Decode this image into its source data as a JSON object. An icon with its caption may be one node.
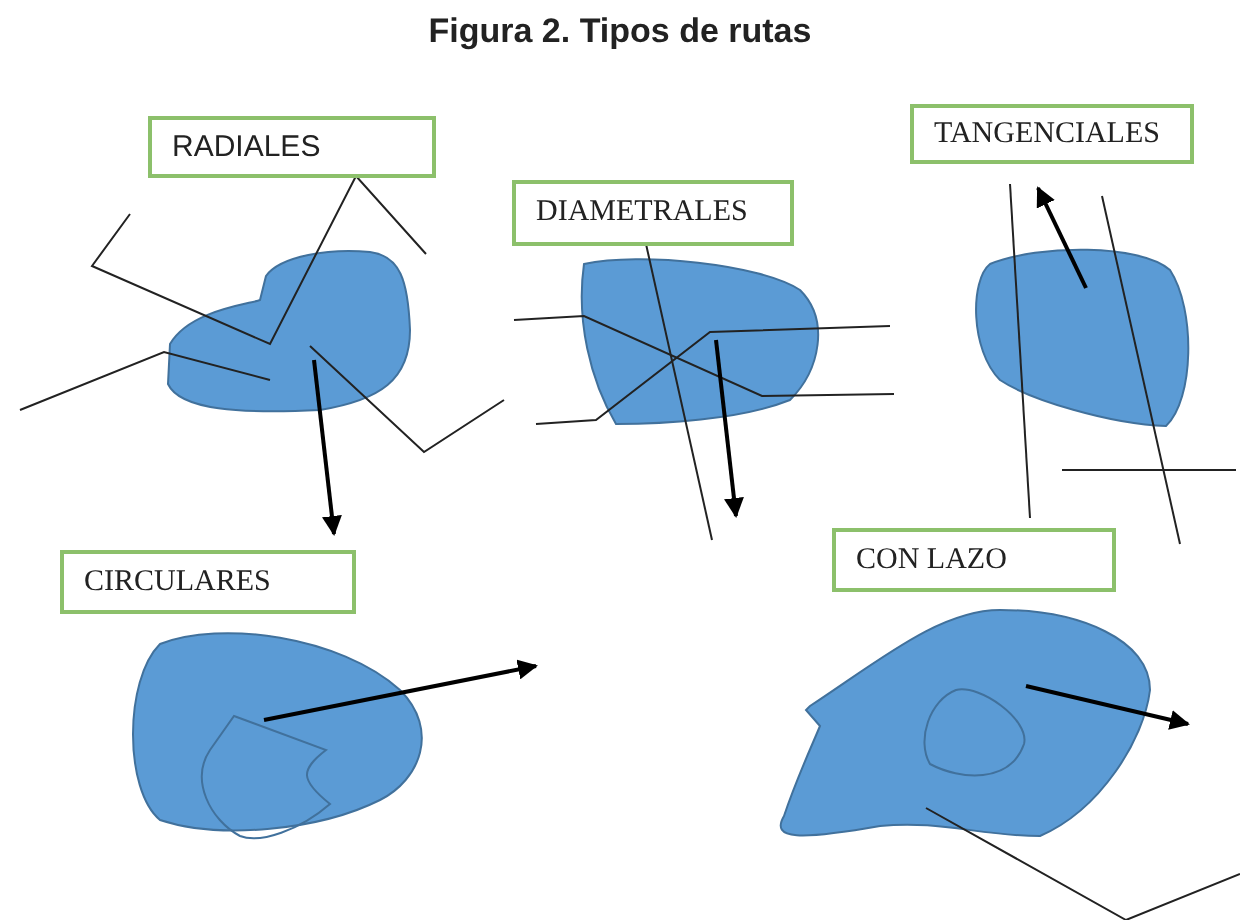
{
  "diagram": {
    "title": "Figura 2. Tipos de rutas",
    "nodes": [
      {
        "text": [
          "RADIALES"
        ]
      },
      {
        "text": [
          "DIAMETRALES"
        ]
      },
      {
        "text": [
          "TANGENCIALES"
        ]
      },
      {
        "text": [
          "CIRCULARES"
        ]
      },
      {
        "text": [
          "CON LAZO"
        ]
      }
    ]
  }
}
